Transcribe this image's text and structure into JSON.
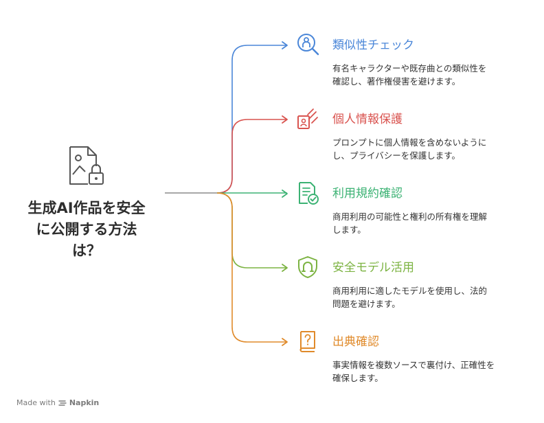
{
  "central": {
    "title_lines": [
      "生成AI作品を安全",
      "に公開する方法",
      "は？"
    ],
    "icon": "image-file-lock-icon",
    "color": "#555555"
  },
  "branches": [
    {
      "title": "類似性チェック",
      "desc_lines": [
        "有名キャラクターや既存曲との類似性を",
        "確認し、著作権侵害を避けます。"
      ],
      "color": "#4a86d8",
      "icon": "person-search-icon"
    },
    {
      "title": "個人情報保護",
      "desc_lines": [
        "プロンプトに個人情報を含めないように",
        "し、プライバシーを保護します。"
      ],
      "color": "#d9534f",
      "icon": "id-card-hand-icon"
    },
    {
      "title": "利用規約確認",
      "desc_lines": [
        "商用利用の可能性と権利の所有権を理解",
        "します。"
      ],
      "color": "#3bb273",
      "icon": "document-check-icon"
    },
    {
      "title": "安全モデル活用",
      "desc_lines": [
        "商用利用に適したモデルを使用し、法的",
        "問題を避けます。"
      ],
      "color": "#7cb342",
      "icon": "shield-magnet-icon"
    },
    {
      "title": "出典確認",
      "desc_lines": [
        "事実情報を複数ソースで裏付け、正確性を",
        "確保します。"
      ],
      "color": "#e08a2a",
      "icon": "book-question-icon"
    }
  ],
  "footer": {
    "made_with": "Made with",
    "brand": "Napkin"
  }
}
